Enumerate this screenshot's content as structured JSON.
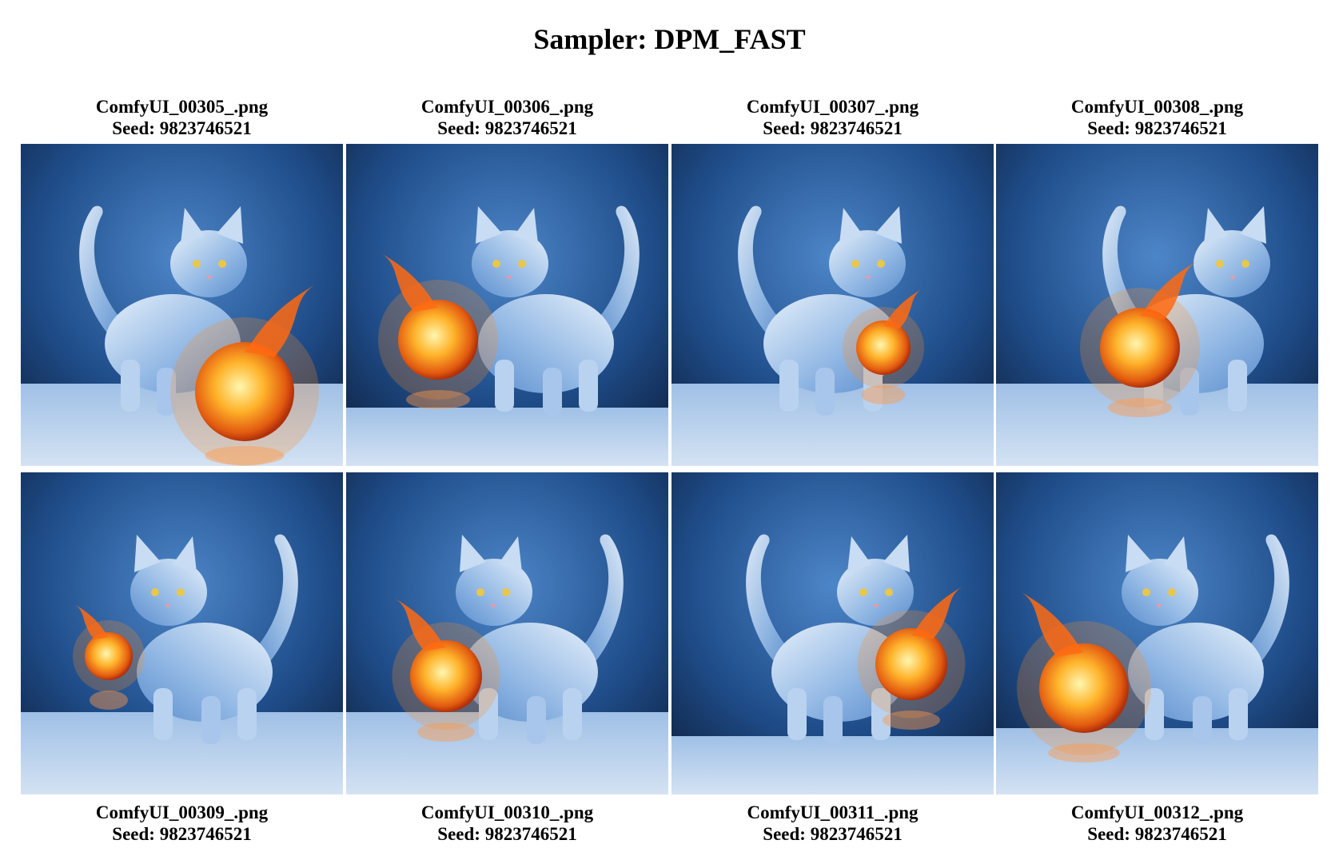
{
  "title": "Sampler: DPM_FAST",
  "seed_label": "Seed:",
  "icons": {
    "thumbnail": "cat-with-fireball-image"
  },
  "colors": {
    "background": "#ffffff",
    "text": "#000000"
  },
  "images": [
    {
      "filename": "ComfyUI_00305_.png",
      "seed": "9823746521"
    },
    {
      "filename": "ComfyUI_00306_.png",
      "seed": "9823746521"
    },
    {
      "filename": "ComfyUI_00307_.png",
      "seed": "9823746521"
    },
    {
      "filename": "ComfyUI_00308_.png",
      "seed": "9823746521"
    },
    {
      "filename": "ComfyUI_00309_.png",
      "seed": "9823746521"
    },
    {
      "filename": "ComfyUI_00310_.png",
      "seed": "9823746521"
    },
    {
      "filename": "ComfyUI_00311_.png",
      "seed": "9823746521"
    },
    {
      "filename": "ComfyUI_00312_.png",
      "seed": "9823746521"
    }
  ]
}
